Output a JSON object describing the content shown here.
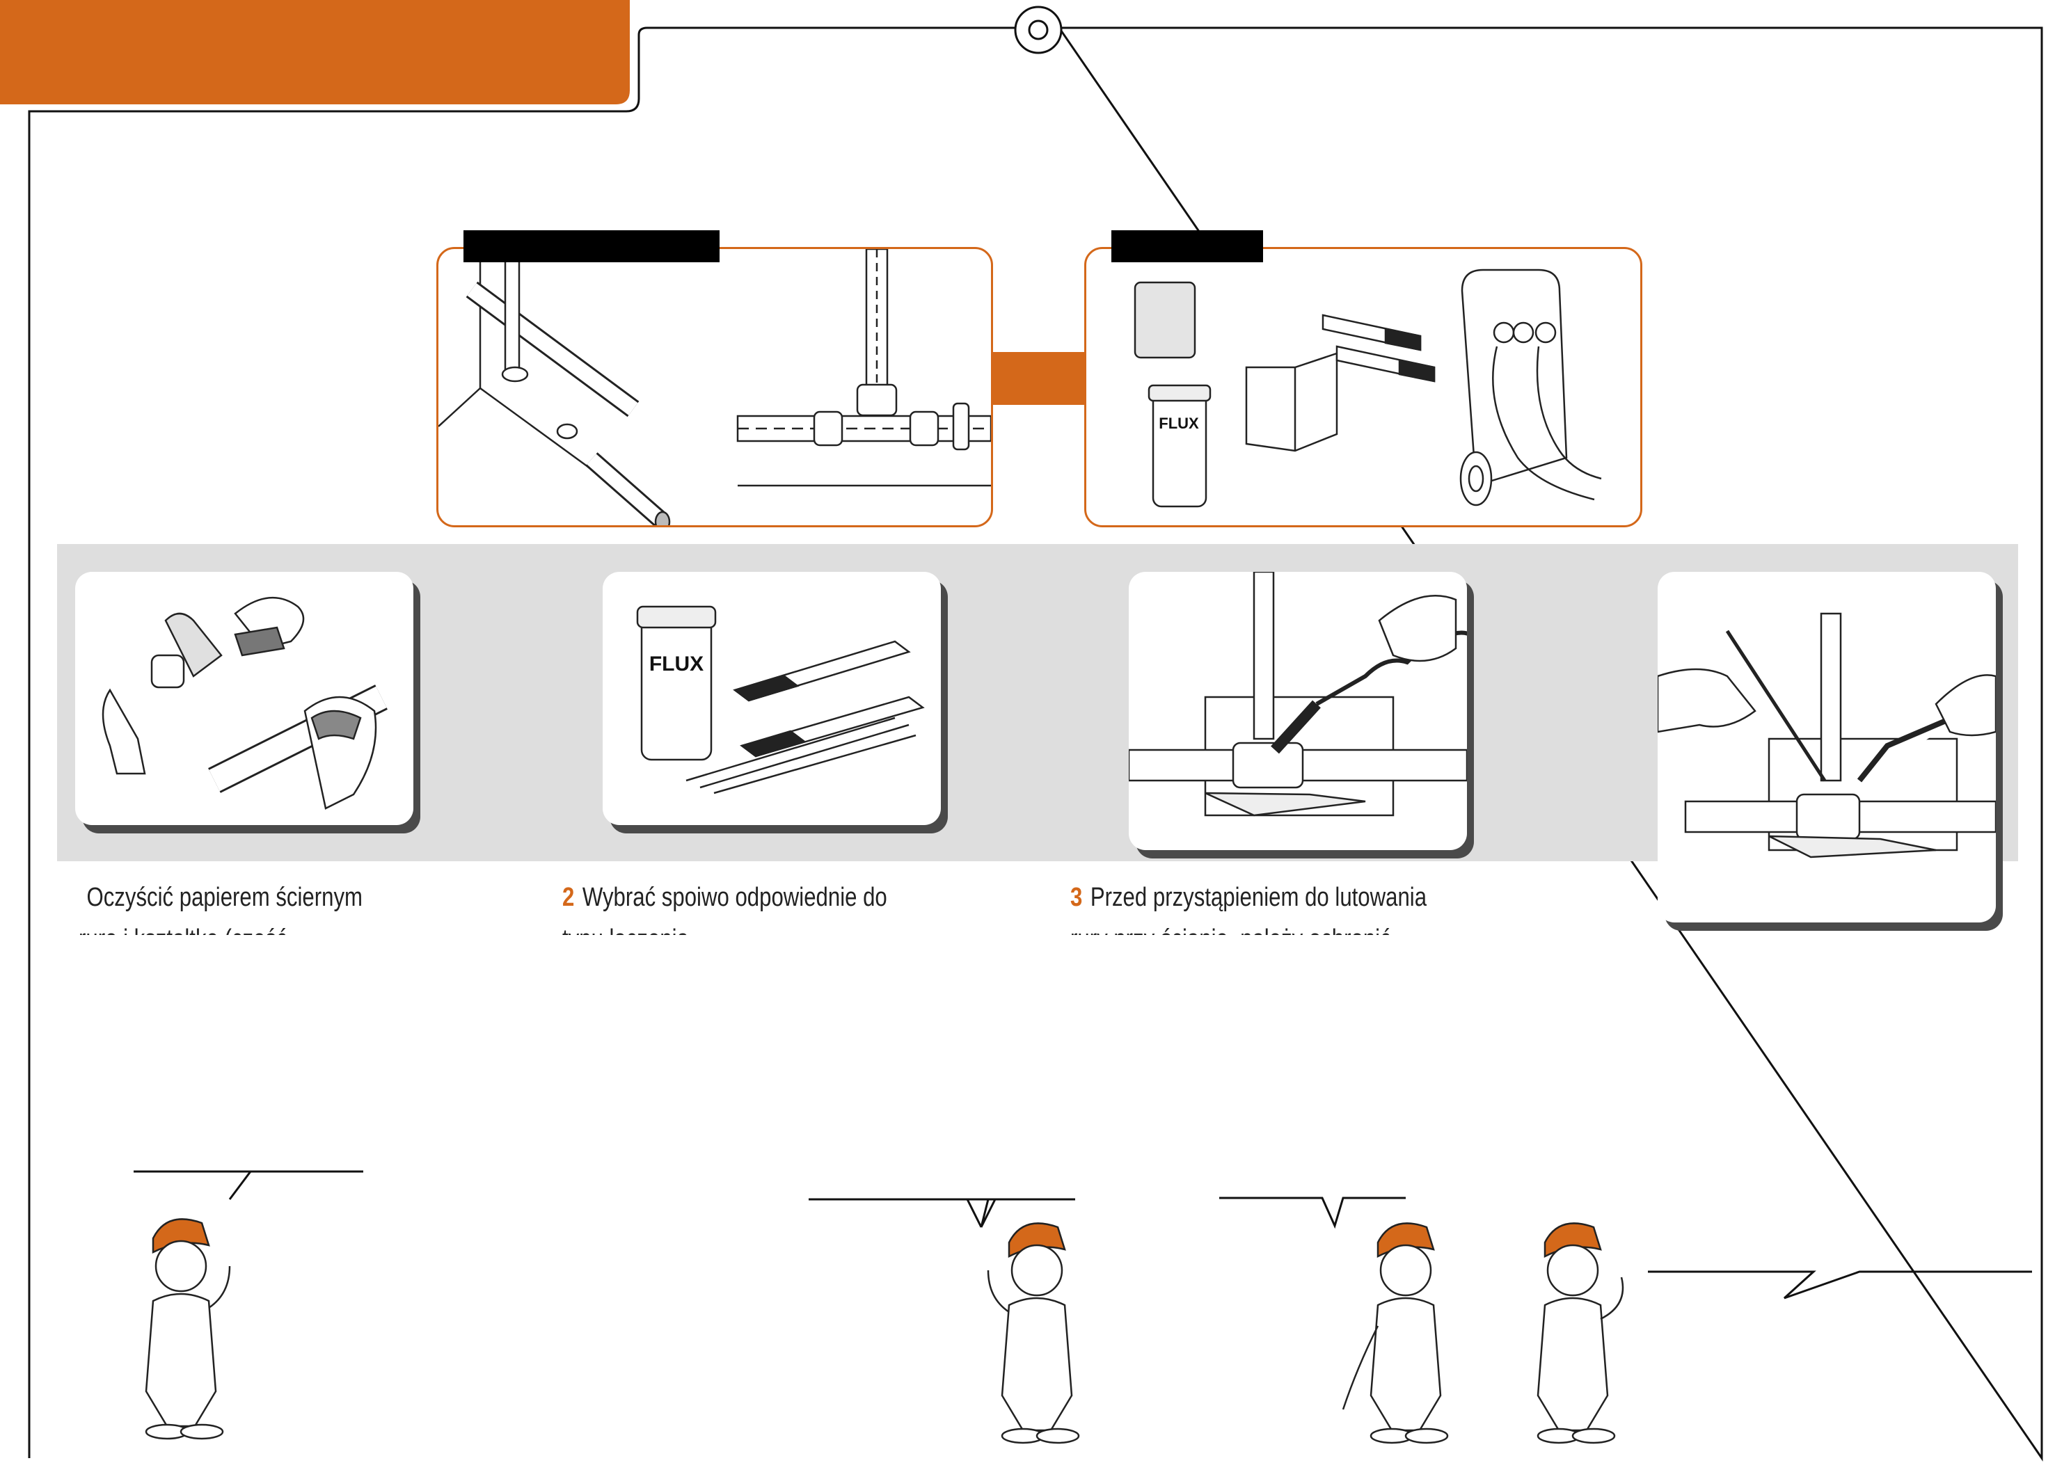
{
  "colors": {
    "accent": "#d4681a",
    "band": "#dedede",
    "frame": "#111111",
    "shadow": "#4a4a4a"
  },
  "labels": {
    "flux_small": "FLUX",
    "flux_large": "FLUX"
  },
  "steps": [
    {
      "number": "",
      "text": "Oczyścić papierem ściernym rurę i kształtkę (część wewnętrzna i"
    },
    {
      "number": "2",
      "text": "Wybrać spoiwo odpowiednie do typu łączenia."
    },
    {
      "number": "3",
      "text": "Przed przystąpieniem do lutowania rury przy ścianie, należy ochronić ścianę płytą"
    }
  ]
}
